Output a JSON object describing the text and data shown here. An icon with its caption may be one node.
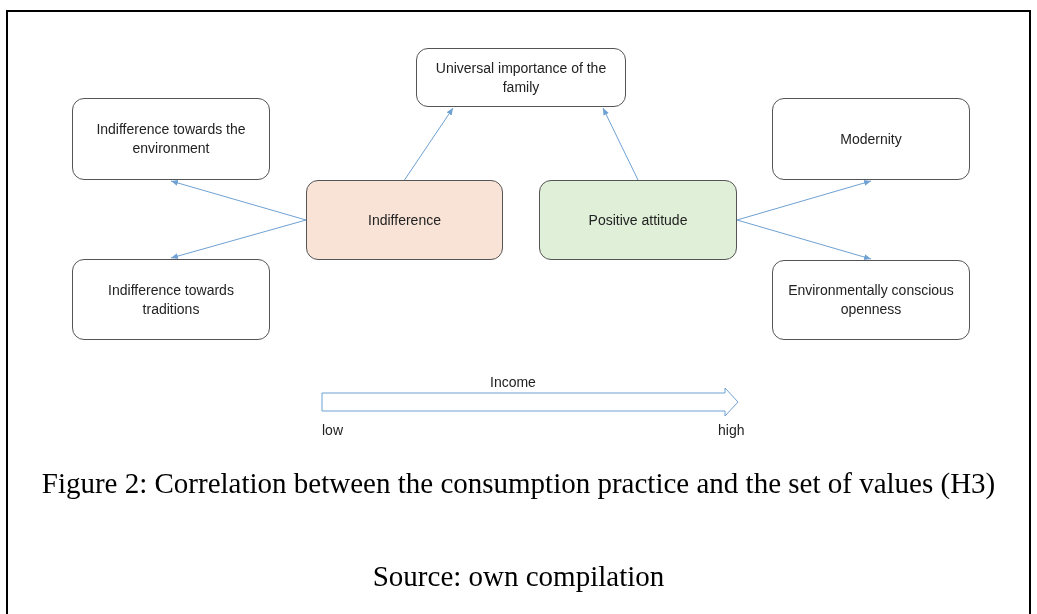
{
  "diagram": {
    "caption": "Figure 2: Correlation between the consumption practice and the set of values (H3)",
    "nodes": [
      {
        "text": [
          "Universal importance of the family"
        ]
      },
      {
        "text": [
          "Indifference towards the environment"
        ]
      },
      {
        "text": [
          "Modernity"
        ]
      },
      {
        "text": [
          "Indifference"
        ]
      },
      {
        "text": [
          "Positive attitude"
        ]
      },
      {
        "text": [
          "Indifference towards traditions"
        ]
      },
      {
        "text": [
          "Environmentally conscious openness"
        ]
      }
    ],
    "edges": [
      {
        "from": 3,
        "to": 0,
        "arrow": "to"
      },
      {
        "from": 3,
        "to": 1,
        "arrow": "to"
      },
      {
        "from": 3,
        "to": 5,
        "arrow": "to"
      },
      {
        "from": 4,
        "to": 0,
        "arrow": "to"
      },
      {
        "from": 4,
        "to": 2,
        "arrow": "to"
      },
      {
        "from": 4,
        "to": 6,
        "arrow": "to"
      }
    ],
    "labels": [
      "Income",
      "low",
      "high",
      "Source: own compilation"
    ]
  }
}
